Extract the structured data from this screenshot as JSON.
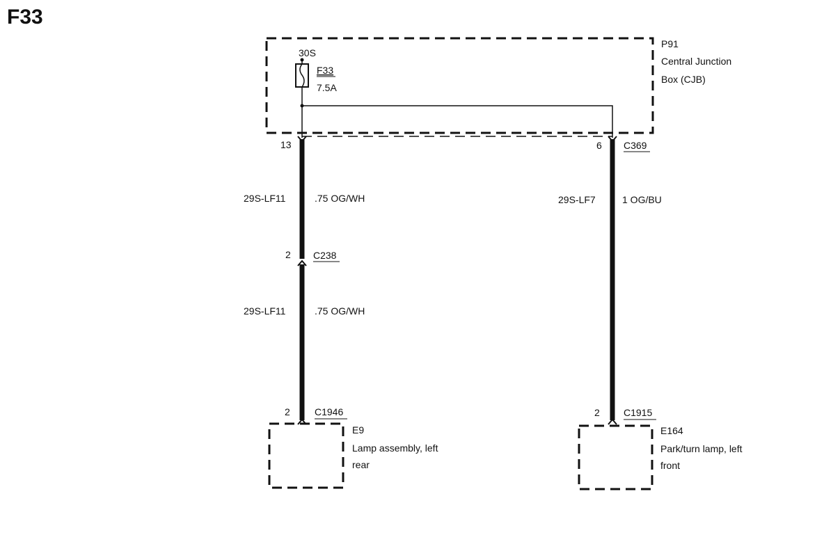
{
  "title": "F33",
  "junction_box": {
    "id": "P91",
    "name_line1": "Central Junction",
    "name_line2": "Box (CJB)",
    "supply": "30S",
    "fuse_id": "F33",
    "fuse_rating": "7.5A"
  },
  "left_circuit": {
    "cjb_pin": "13",
    "wire1_code": "29S-LF11",
    "wire1_spec": ".75 OG/WH",
    "inline_pin": "2",
    "inline_connector": "C238",
    "wire2_code": "29S-LF11",
    "wire2_spec": ".75 OG/WH",
    "load_pin": "2",
    "load_connector": "C1946",
    "load_id": "E9",
    "load_name_line1": "Lamp assembly, left",
    "load_name_line2": "rear"
  },
  "right_circuit": {
    "cjb_pin": "6",
    "cjb_connector": "C369",
    "wire_code": "29S-LF7",
    "wire_spec": "1 OG/BU",
    "load_pin": "2",
    "load_connector": "C1915",
    "load_id": "E164",
    "load_name_line1": "Park/turn lamp, left",
    "load_name_line2": "front"
  }
}
